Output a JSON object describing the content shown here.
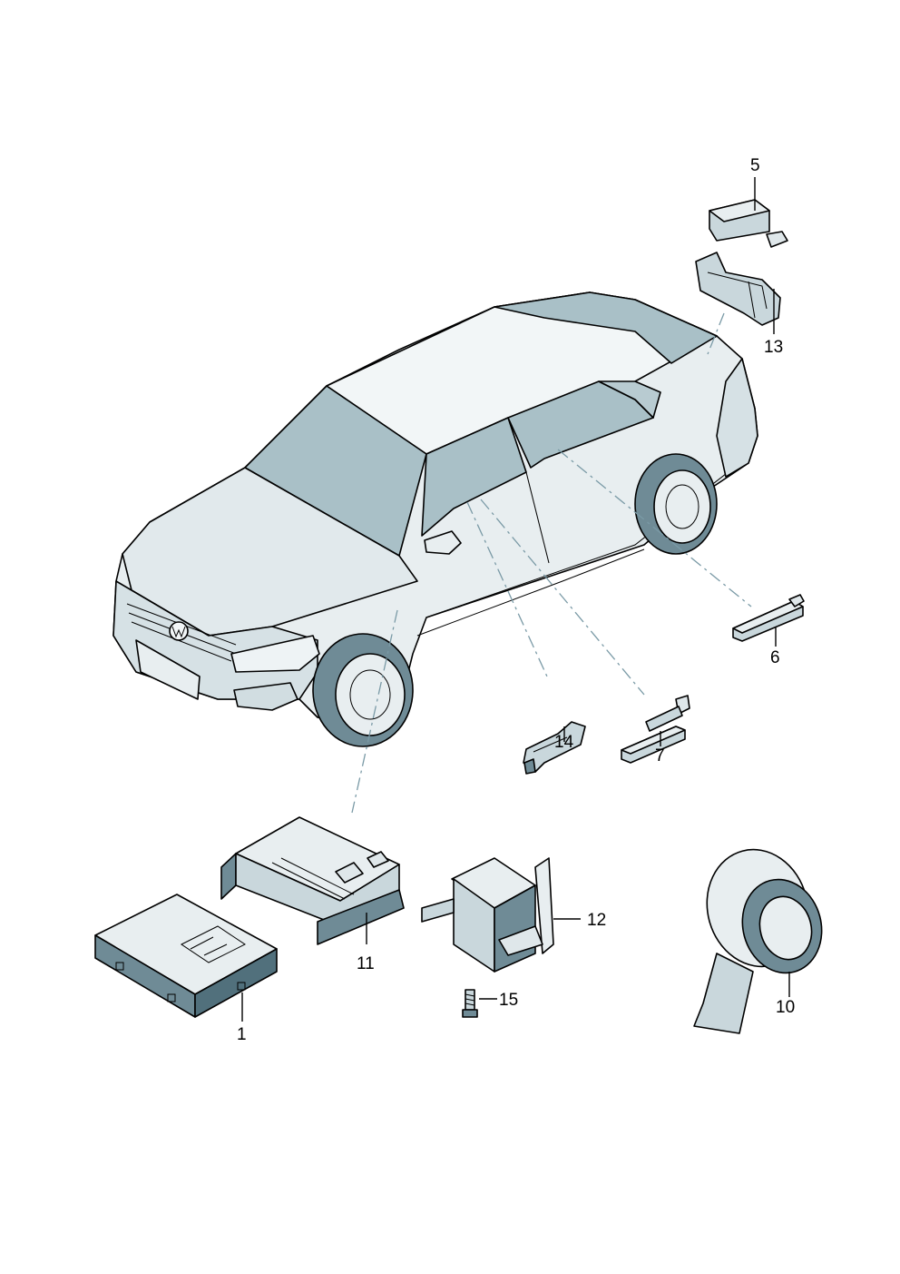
{
  "diagram": {
    "colors": {
      "body_fill": "#e8eef0",
      "body_shade": "#cfdbe0",
      "glass": "#a9c0c7",
      "part_fill": "#c9d7dc",
      "part_dark": "#6f8b96",
      "leader_dash": "#7a9aa6"
    },
    "callouts": {
      "p1": "1",
      "p5": "5",
      "p6": "6",
      "p7": "7",
      "p10": "10",
      "p11": "11",
      "p12": "12",
      "p13": "13",
      "p14": "14",
      "p15": "15"
    },
    "parts": {
      "car": "vehicle-outline",
      "p1": "control-unit",
      "p5": "antenna-connector",
      "p6": "antenna-strip",
      "p7": "antenna-strip",
      "p10": "adhesive-tape-roll",
      "p11": "control-unit-bracket",
      "p12": "holder",
      "p13": "bracket",
      "p14": "clip",
      "p15": "bolt"
    }
  }
}
